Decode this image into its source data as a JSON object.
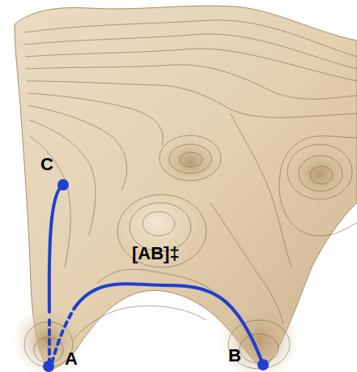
{
  "diagram": {
    "labels": [
      "C",
      "[AB]‡",
      "A",
      "B"
    ]
  }
}
